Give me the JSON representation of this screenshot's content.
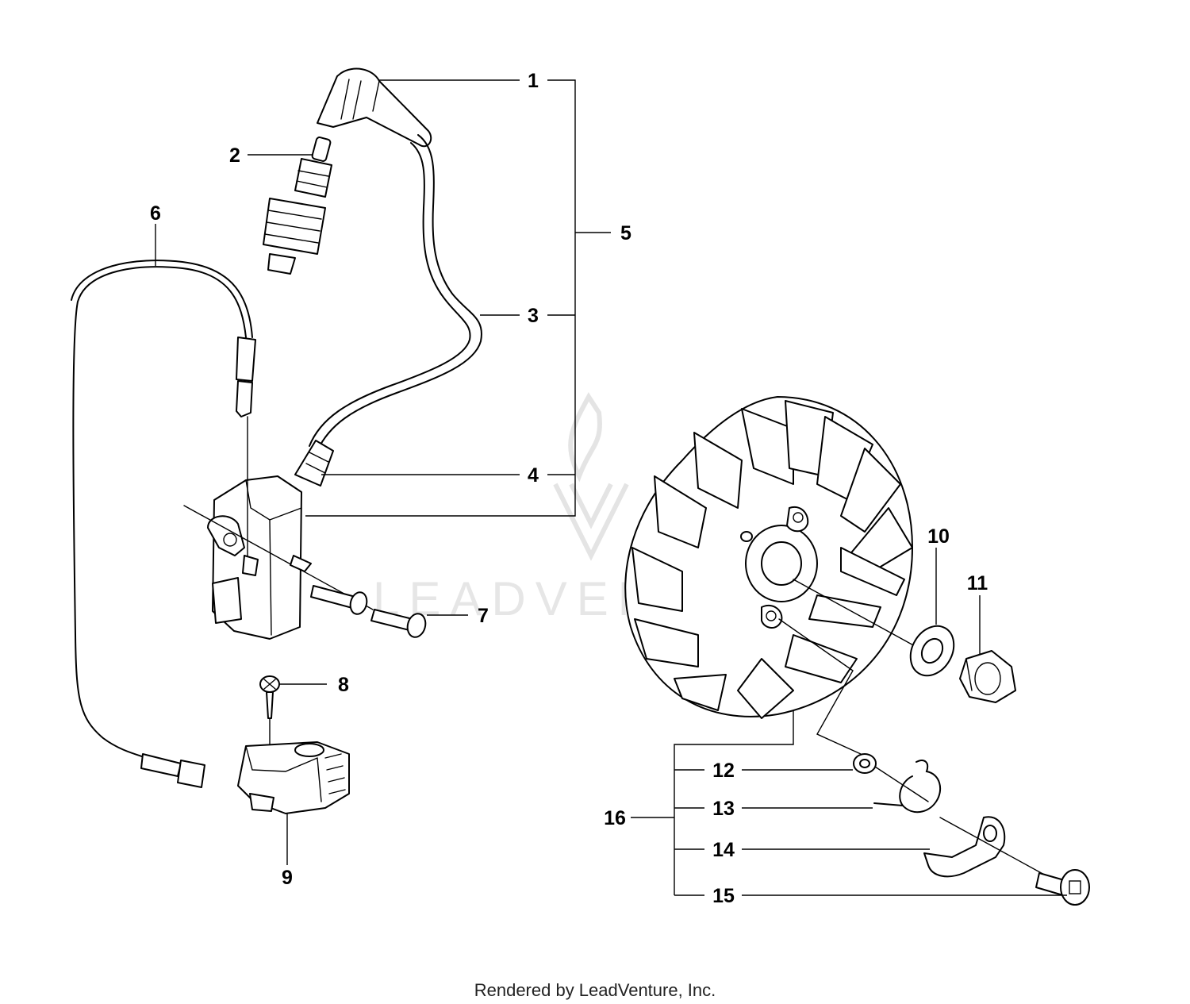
{
  "watermark": {
    "text": "LEADVENTURE",
    "color": "#e4e4e4"
  },
  "footer": {
    "text": "Rendered by LeadVenture, Inc."
  },
  "callouts": {
    "c1": "1",
    "c2": "2",
    "c3": "3",
    "c4": "4",
    "c5": "5",
    "c6": "6",
    "c7": "7",
    "c8": "8",
    "c9": "9",
    "c10": "10",
    "c11": "11",
    "c12": "12",
    "c13": "13",
    "c14": "14",
    "c15": "15",
    "c16": "16"
  },
  "colors": {
    "line": "#000000",
    "background": "#ffffff"
  }
}
